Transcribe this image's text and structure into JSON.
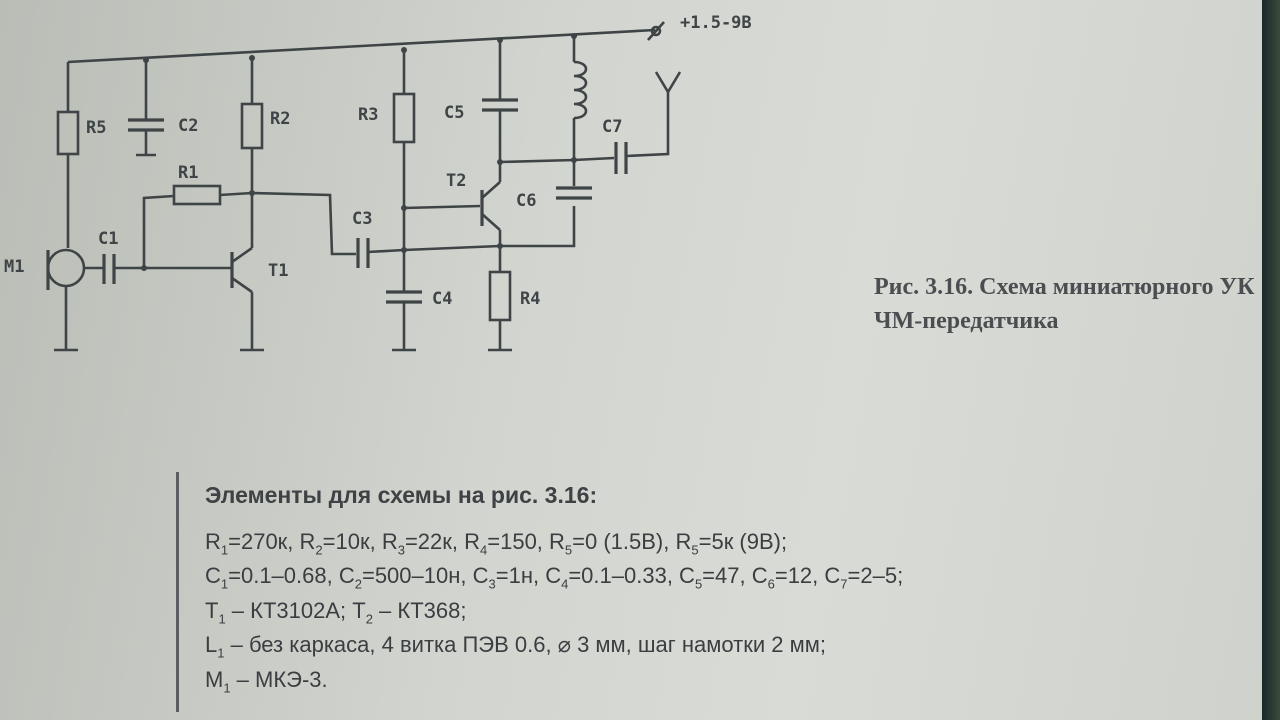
{
  "schematic": {
    "supply": "+1.5-9В",
    "labels": {
      "M1": "M1",
      "C1": "C1",
      "R1": "R1",
      "R2": "R2",
      "R3": "R3",
      "R4": "R4",
      "R5": "R5",
      "C2": "C2",
      "C3": "C3",
      "C4": "C4",
      "C5": "C5",
      "C6": "C6",
      "C7": "C7",
      "T1": "T1",
      "T2": "T2"
    }
  },
  "caption": {
    "line1": "Рис. 3.16. Схема миниатюрного УК",
    "line2": "ЧМ-передатчика"
  },
  "elements": {
    "title": "Элементы для схемы на рис. 3.16:",
    "lines": [
      [
        [
          "R",
          "1"
        ],
        [
          "=270к, R",
          ""
        ],
        [
          "",
          "2"
        ],
        [
          "=10к, R",
          ""
        ],
        [
          "",
          "3"
        ],
        [
          "=22к, R",
          ""
        ],
        [
          "",
          "4"
        ],
        [
          "=150, R",
          ""
        ],
        [
          "",
          "5"
        ],
        [
          "=0 (1.5В), R",
          ""
        ],
        [
          "",
          "5"
        ],
        [
          "=5к (9В);",
          ""
        ]
      ],
      [
        [
          "C",
          "1"
        ],
        [
          "=0.1–0.68, C",
          ""
        ],
        [
          "",
          "2"
        ],
        [
          "=500–10н, C",
          ""
        ],
        [
          "",
          "3"
        ],
        [
          "=1н, C",
          ""
        ],
        [
          "",
          "4"
        ],
        [
          "=0.1–0.33, C",
          ""
        ],
        [
          "",
          "5"
        ],
        [
          "=47, C",
          ""
        ],
        [
          "",
          "6"
        ],
        [
          "=12, C",
          ""
        ],
        [
          "",
          "7"
        ],
        [
          "=2–5;",
          ""
        ]
      ],
      [
        [
          "T",
          "1"
        ],
        [
          " – КТ3102А; T",
          ""
        ],
        [
          "",
          "2"
        ],
        [
          " – КТ368;",
          ""
        ]
      ],
      [
        [
          "L",
          "1"
        ],
        [
          " – без каркаса, 4 витка ПЭВ 0.6, ⌀ 3 мм, шаг намотки 2 мм;",
          ""
        ]
      ],
      [
        [
          "M",
          "1"
        ],
        [
          " – МКЭ-3.",
          ""
        ]
      ]
    ]
  }
}
